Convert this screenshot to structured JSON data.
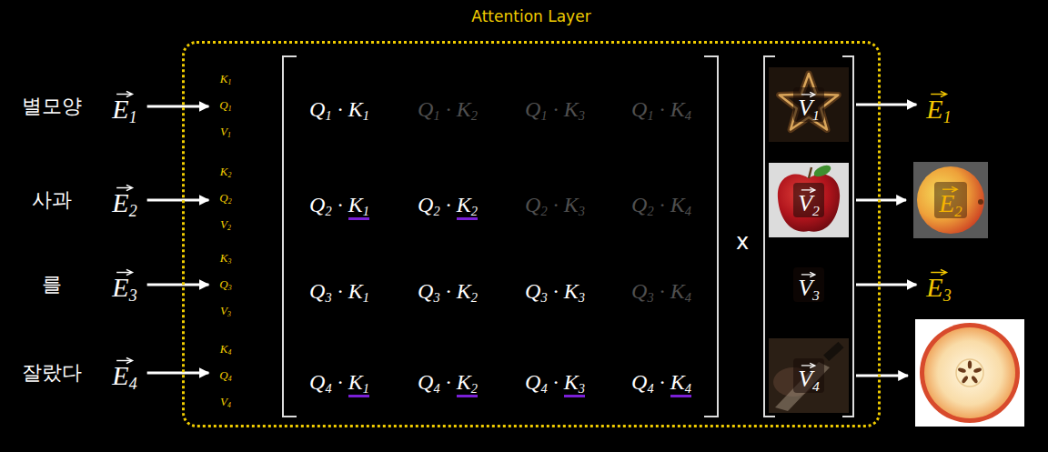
{
  "diagram": {
    "nodes": [
      {
        "text": [
          "Attention Layer"
        ]
      },
      {
        "text": [
          "E1"
        ]
      },
      {
        "text": [
          "E2"
        ]
      },
      {
        "text": [
          "E3"
        ]
      },
      {
        "text": [
          "E4"
        ]
      },
      {
        "text": [
          "K1",
          "Q1",
          "V1"
        ],
        "in": 0
      },
      {
        "text": [
          "K2",
          "Q2",
          "V2"
        ],
        "in": 0
      },
      {
        "text": [
          "K3",
          "Q3",
          "V3"
        ],
        "in": 0
      },
      {
        "text": [
          "K4",
          "Q4",
          "V4"
        ],
        "in": 0
      },
      {
        "text": [
          "V1"
        ],
        "in": 0
      },
      {
        "text": [
          "V2"
        ],
        "in": 0
      },
      {
        "text": [
          "V3"
        ],
        "in": 0
      },
      {
        "text": [
          "V4"
        ],
        "in": 0
      },
      {
        "text": [
          "E1"
        ]
      },
      {
        "text": [
          "E2"
        ]
      },
      {
        "text": [
          "E3"
        ]
      }
    ],
    "edges": [
      {
        "from": 1,
        "to": 5,
        "arrow": "to"
      },
      {
        "from": 2,
        "to": 6,
        "arrow": "to"
      },
      {
        "from": 3,
        "to": 7,
        "arrow": "to"
      },
      {
        "from": 4,
        "to": 8,
        "arrow": "to"
      },
      {
        "from": 9,
        "to": 13,
        "arrow": "to"
      },
      {
        "from": 10,
        "to": 14,
        "arrow": "to"
      },
      {
        "from": 11,
        "to": 15,
        "arrow": "to"
      }
    ],
    "labels": [
      "별모양",
      "사과",
      "를",
      "잘랐다",
      "Q1 · K1",
      "Q1 · K2",
      "Q1 · K3",
      "Q1 · K4",
      "Q2 · K1",
      "Q2 · K2",
      "Q2 · K3",
      "Q2 · K4",
      "Q3 · K1",
      "Q3 · K2",
      "Q3 · K3",
      "Q3 · K4",
      "Q4 · K1",
      "Q4 · K2",
      "Q4 · K3",
      "Q4 · K4",
      "x"
    ]
  }
}
